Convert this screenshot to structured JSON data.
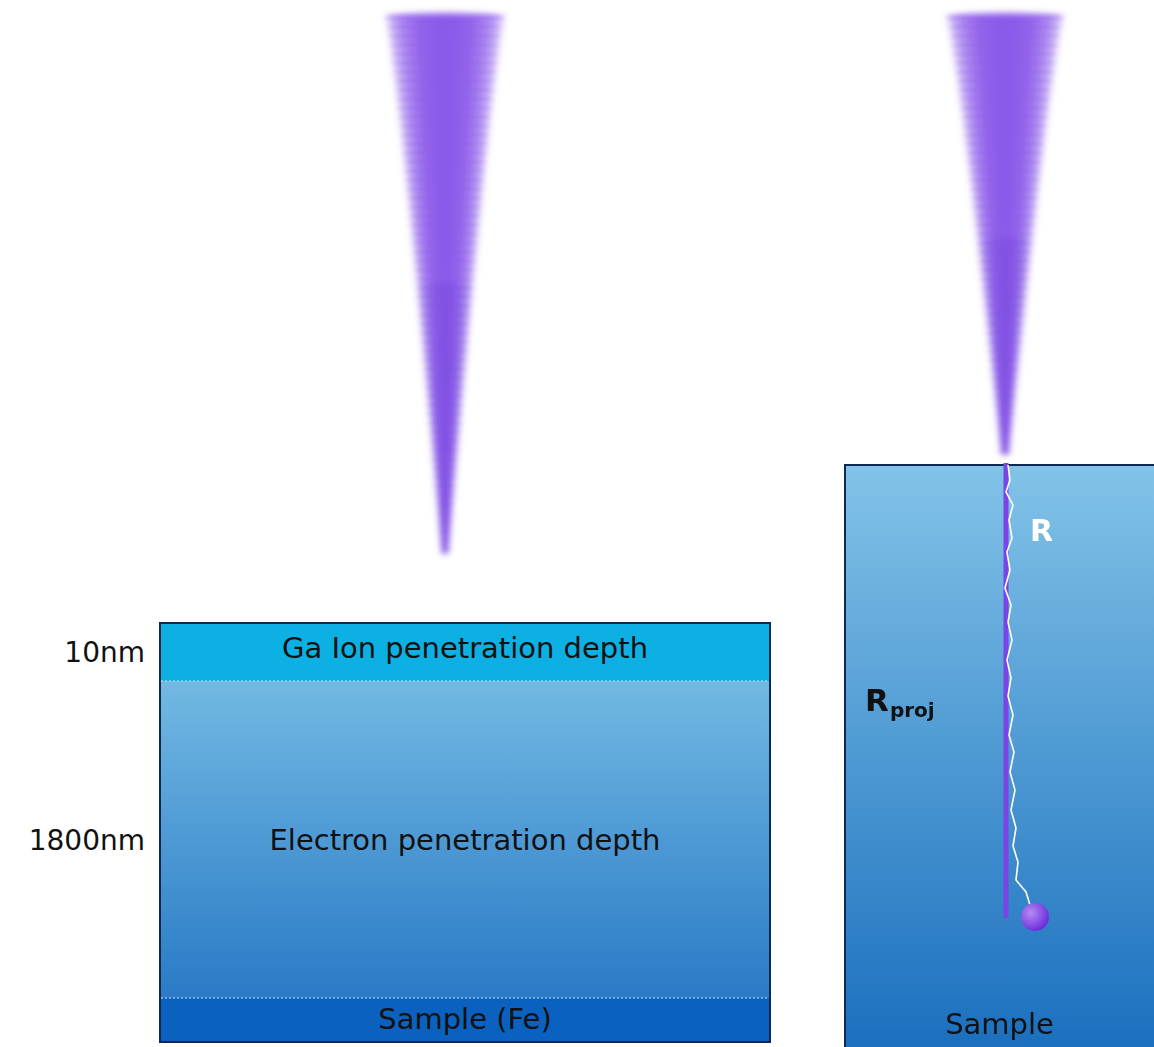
{
  "diagram": {
    "nodes": [
      {
        "text": [
          "Ga Ion penetration depth"
        ]
      },
      {
        "text": [
          "Electron penetration depth"
        ]
      },
      {
        "text": [
          "Sample (Fe)"
        ]
      },
      {
        "text": [
          "Sample"
        ]
      }
    ],
    "labels": [
      "10nm",
      "1800nm",
      "R",
      "R",
      "proj"
    ]
  }
}
